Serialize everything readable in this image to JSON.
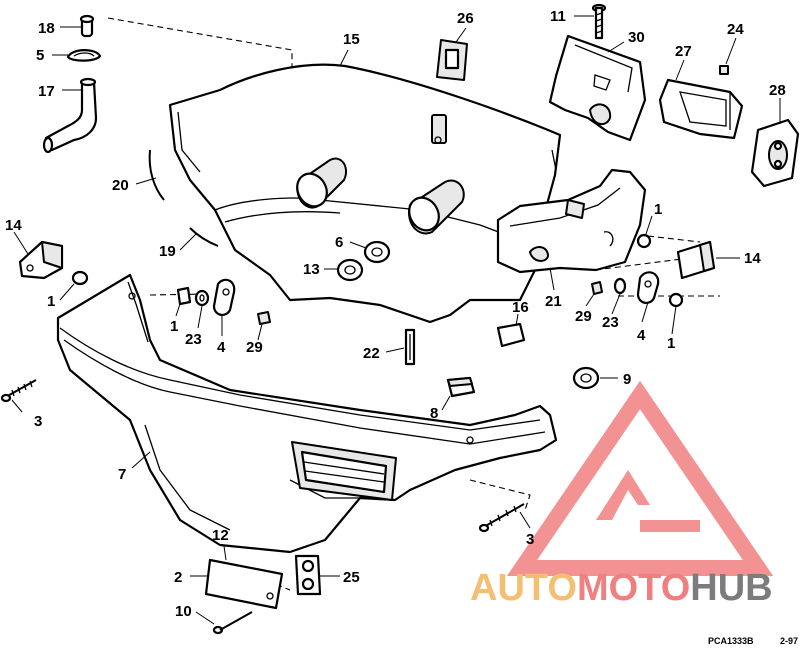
{
  "labels": [
    {
      "id": "18",
      "text": "18"
    },
    {
      "id": "5",
      "text": "5"
    },
    {
      "id": "17",
      "text": "17"
    },
    {
      "id": "15",
      "text": "15"
    },
    {
      "id": "26",
      "text": "26"
    },
    {
      "id": "11",
      "text": "11"
    },
    {
      "id": "30",
      "text": "30"
    },
    {
      "id": "27",
      "text": "27"
    },
    {
      "id": "24",
      "text": "24"
    },
    {
      "id": "28",
      "text": "28"
    },
    {
      "id": "20",
      "text": "20"
    },
    {
      "id": "14a",
      "text": "14"
    },
    {
      "id": "19",
      "text": "19"
    },
    {
      "id": "6",
      "text": "6"
    },
    {
      "id": "13",
      "text": "13"
    },
    {
      "id": "1a",
      "text": "1"
    },
    {
      "id": "1b",
      "text": "1"
    },
    {
      "id": "23a",
      "text": "23"
    },
    {
      "id": "4a",
      "text": "4"
    },
    {
      "id": "29a",
      "text": "29"
    },
    {
      "id": "1c",
      "text": "1"
    },
    {
      "id": "14b",
      "text": "14"
    },
    {
      "id": "21",
      "text": "21"
    },
    {
      "id": "16",
      "text": "16"
    },
    {
      "id": "29b",
      "text": "29"
    },
    {
      "id": "23b",
      "text": "23"
    },
    {
      "id": "4b",
      "text": "4"
    },
    {
      "id": "1d",
      "text": "1"
    },
    {
      "id": "22",
      "text": "22"
    },
    {
      "id": "9",
      "text": "9"
    },
    {
      "id": "3a",
      "text": "3"
    },
    {
      "id": "8",
      "text": "8"
    },
    {
      "id": "7",
      "text": "7"
    },
    {
      "id": "3b",
      "text": "3"
    },
    {
      "id": "12",
      "text": "12"
    },
    {
      "id": "2",
      "text": "2"
    },
    {
      "id": "25",
      "text": "25"
    },
    {
      "id": "10",
      "text": "10"
    }
  ],
  "figure_code": "PCA1333B",
  "figure_page": "2-97",
  "watermark": {
    "part1": "AUTO",
    "part2": "MOTO",
    "part3": "HUB",
    "color_auto": "#f3bf72",
    "color_moto": "#f08080",
    "color_hub": "#7c7c7c",
    "logo_color": "#f08080"
  }
}
